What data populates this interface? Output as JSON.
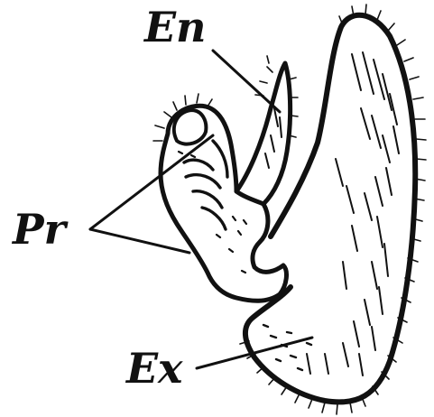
{
  "labels": {
    "en": "En",
    "pr": "Pr",
    "ex": "Ex"
  },
  "colors": {
    "ink": "#111111",
    "paper": "#ffffff"
  }
}
